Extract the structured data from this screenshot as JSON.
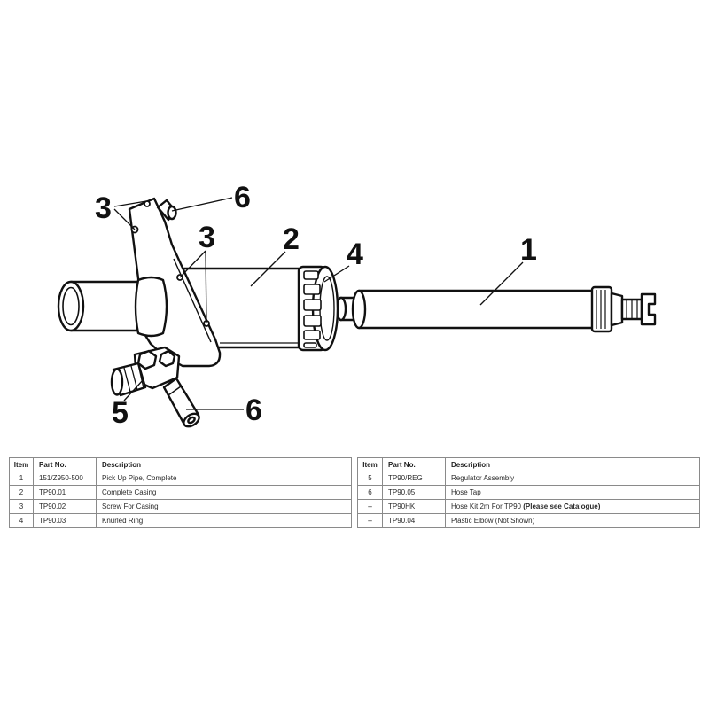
{
  "diagram": {
    "callouts": {
      "screw_for_casing_top": "3",
      "hose_tap_top": "6",
      "screw_for_casing_side": "3",
      "complete_casing": "2",
      "knurled_ring": "4",
      "pick_up_pipe": "1",
      "regulator_assembly": "5",
      "hose_tap_bottom": "6"
    }
  },
  "left_table": {
    "headers": {
      "item": "Item",
      "part_no": "Part No.",
      "description": "Description"
    },
    "rows": [
      {
        "item": "1",
        "part_no": "151/Z950-500",
        "description": "Pick Up Pipe, Complete"
      },
      {
        "item": "2",
        "part_no": "TP90.01",
        "description": "Complete Casing"
      },
      {
        "item": "3",
        "part_no": "TP90.02",
        "description": "Screw For Casing"
      },
      {
        "item": "4",
        "part_no": "TP90.03",
        "description": "Knurled Ring"
      }
    ]
  },
  "right_table": {
    "headers": {
      "item": "Item",
      "part_no": "Part No.",
      "description": "Description"
    },
    "rows": [
      {
        "item": "5",
        "part_no": "TP90/REG",
        "description": "Regulator Assembly"
      },
      {
        "item": "6",
        "part_no": "TP90.05",
        "description": "Hose Tap"
      },
      {
        "item": "--",
        "part_no": "TP90HK",
        "description": "Hose Kit 2m For TP90",
        "note": "(Please see Catalogue)"
      },
      {
        "item": "--",
        "part_no": "TP90.04",
        "description": "Plastic Elbow (Not Shown)"
      }
    ]
  }
}
